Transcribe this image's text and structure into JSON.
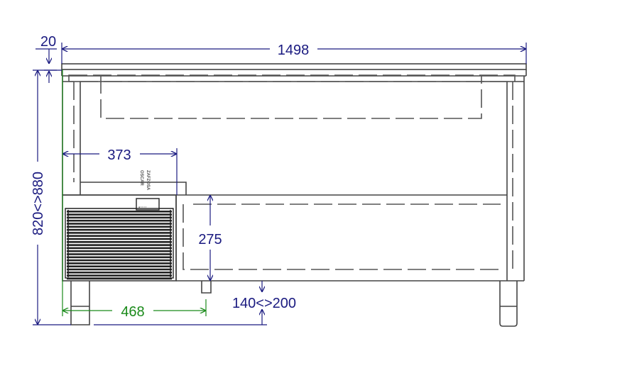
{
  "colors": {
    "dimension": "#1a1a80",
    "dimension_green": "#1a8a1a",
    "outline": "#444444",
    "hidden_line": "#555555",
    "grille": "#222222"
  },
  "dimensions": {
    "top_thickness": "20",
    "overall_width": "1498",
    "height_range": "820<>880",
    "compressor_depth": "373",
    "shelf_height": "275",
    "unit_width": "468",
    "leg_offset": "140<>200"
  },
  "label": {
    "line1": "OSCAR",
    "line2": "ZAFZOSA"
  }
}
